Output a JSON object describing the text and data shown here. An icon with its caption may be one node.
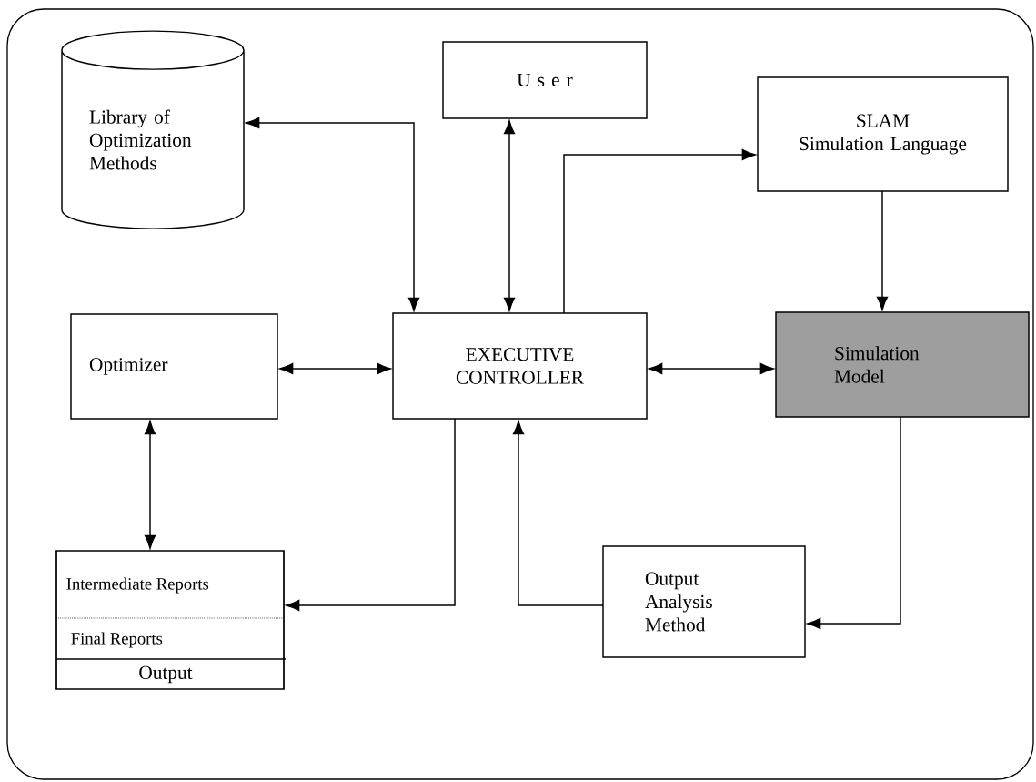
{
  "diagram": {
    "nodes": [
      {
        "text": [
          "Library of Optimization Methods"
        ]
      },
      {
        "text": [
          "U s e r"
        ]
      },
      {
        "text": [
          "SLAM",
          "Simulation Language"
        ]
      },
      {
        "text": [
          "Optimizer"
        ]
      },
      {
        "text": [
          "EXECUTIVE CONTROLLER"
        ]
      },
      {
        "text": [
          "Simulation Model"
        ]
      },
      {
        "text": [
          "Intermediate Reports",
          "Final Reports",
          "Output"
        ]
      },
      {
        "text": [
          "Output Analysis Method"
        ]
      }
    ],
    "edges": [
      {
        "from": 0,
        "to": 4,
        "arrow": "both"
      },
      {
        "from": 1,
        "to": 4,
        "arrow": "both"
      },
      {
        "from": 4,
        "to": 2,
        "arrow": "to"
      },
      {
        "from": 2,
        "to": 5,
        "arrow": "to"
      },
      {
        "from": 3,
        "to": 4,
        "arrow": "both"
      },
      {
        "from": 4,
        "to": 5,
        "arrow": "both"
      },
      {
        "from": 3,
        "to": 6,
        "arrow": "both"
      },
      {
        "from": 4,
        "to": 6,
        "arrow": "to"
      },
      {
        "from": 5,
        "to": 7,
        "arrow": "to"
      },
      {
        "from": 7,
        "to": 4,
        "arrow": "to"
      }
    ]
  }
}
